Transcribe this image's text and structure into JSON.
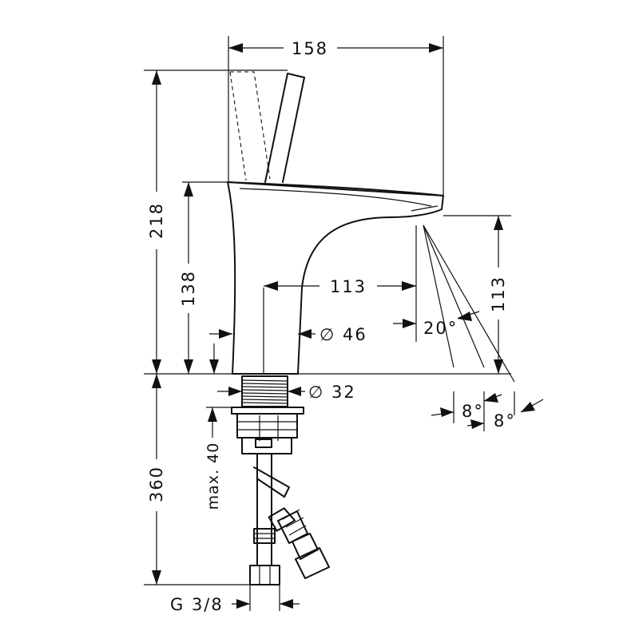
{
  "dimensions": {
    "width_total": "158",
    "height_total": "218",
    "spout_height": "138",
    "spout_reach": "113",
    "outlet_height": "113",
    "body_diameter": "∅ 46",
    "shank_diameter": "∅ 32",
    "max_thickness": "max. 40",
    "hose_length": "360",
    "connection": "G 3/8",
    "jet_angle": "20°",
    "jet_angle_left": "8°",
    "jet_angle_right": "8°"
  }
}
